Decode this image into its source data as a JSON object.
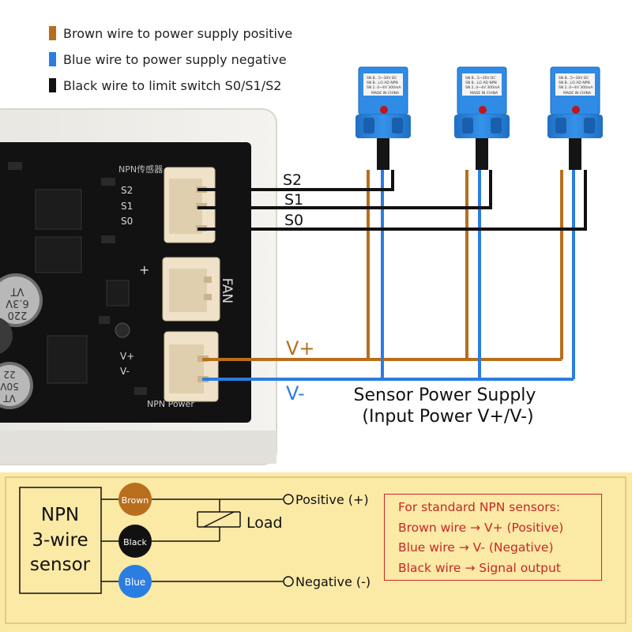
{
  "legend": [
    {
      "text": "Brown wire to power supply positive",
      "color": "#b86e1c"
    },
    {
      "text": "Blue wire to power supply negative",
      "color": "#2a7de1"
    },
    {
      "text": "Black wire to limit switch S0/S1/S2",
      "color": "#111111"
    }
  ],
  "colors": {
    "brown_wire": "#b86e1c",
    "blue_wire": "#2a7de1",
    "black_wire": "#111111",
    "sensor_body": "#2b86e0",
    "pcb": "#121212",
    "schematic_bg": "#fbe9a6",
    "note_red": "#c62828"
  },
  "sensor": {
    "label_lines": [
      "SN B...5~30V DC",
      "SN B...LO AD NPN",
      "SN 2..0~4V 300mA",
      "MADE IN CHINA"
    ]
  },
  "board": {
    "silk_top": "NPN传感器",
    "pins_signal": [
      "S2",
      "S1",
      "S0"
    ],
    "plus": "+",
    "fan": "FAN",
    "pins_power": [
      "V+",
      "V-"
    ],
    "silk_bottom": "NPN Power",
    "cap1": [
      "220",
      "6.3V",
      "VT"
    ],
    "cap2": [
      "22",
      "50V",
      "VT"
    ]
  },
  "wire_labels": {
    "s2": "S2",
    "s1": "S1",
    "s0": "S0",
    "vplus": "V+",
    "vminus": "V-"
  },
  "supply_caption": {
    "line1": "Sensor Power Supply",
    "line2": "(Input Power V+/V-)"
  },
  "schematic": {
    "sensor_box_lines": [
      "NPN",
      "3-wire",
      "sensor"
    ],
    "dot_brown": "Brown",
    "dot_black": "Black",
    "dot_blue": "Blue",
    "load": "Load",
    "positive": "Positive (+)",
    "negative": "Negative (-)",
    "note": [
      "For standard NPN sensors:",
      "Brown wire → V+ (Positive)",
      "Blue wire → V- (Negative)",
      "Black wire → Signal output"
    ]
  }
}
